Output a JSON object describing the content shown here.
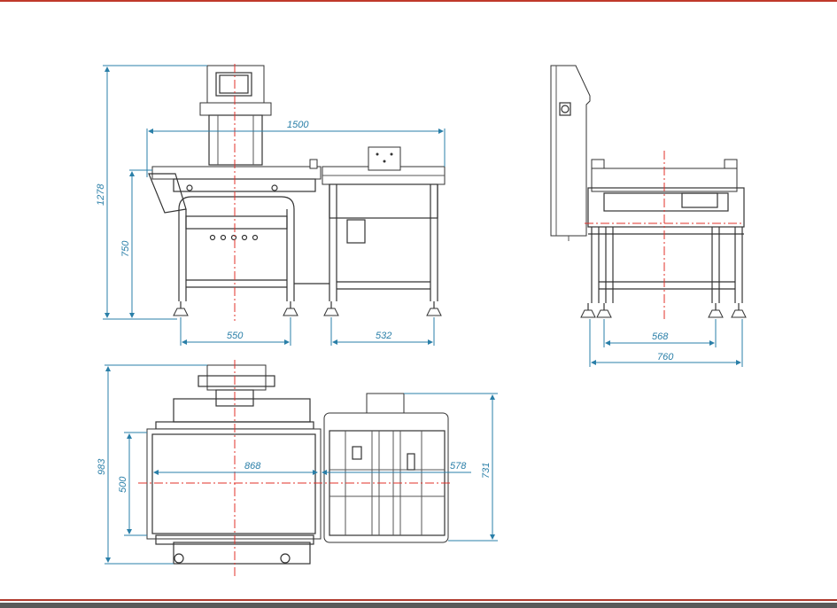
{
  "drawing": {
    "front_view": {
      "dims": {
        "total_length": "1500",
        "total_height": "1278",
        "conveyor_height": "750",
        "left_leg_span": "550",
        "right_leg_span": "532"
      }
    },
    "side_view": {
      "dims": {
        "inner_leg_span": "568",
        "outer_width": "760"
      }
    },
    "top_view": {
      "dims": {
        "total_depth": "983",
        "belt_width": "500",
        "belt_length": "868",
        "reject_length": "578",
        "reject_depth": "731"
      }
    },
    "colors": {
      "dimension": "#2a7fa8",
      "centerline": "#e0302a",
      "linework": "#333333",
      "border": "#b03a2e"
    }
  }
}
